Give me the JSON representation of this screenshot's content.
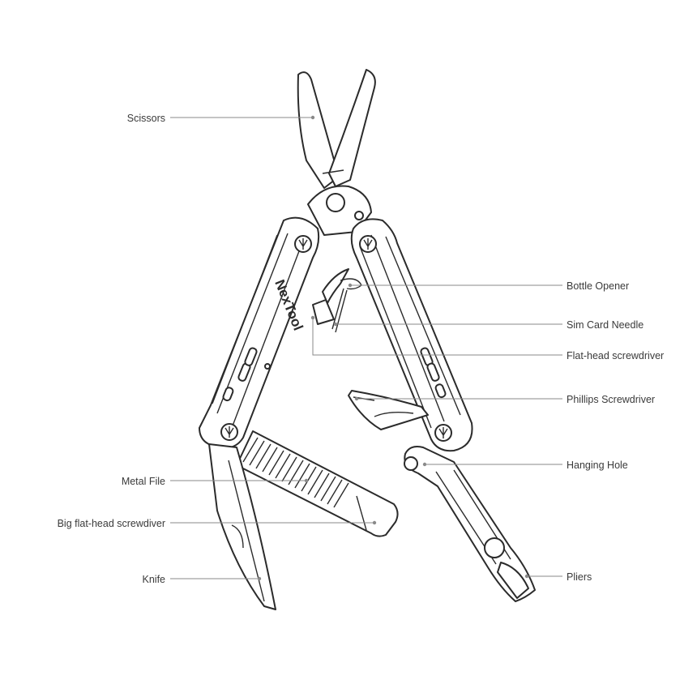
{
  "brand": "NexTool",
  "labels": {
    "scissors": "Scissors",
    "bottle_opener": "Bottle Opener",
    "sim_card_needle": "Sim Card Needle",
    "flat_head_screwdriver": "Flat-head screwdriver",
    "phillips_screwdriver": "Phillips Screwdriver",
    "hanging_hole": "Hanging Hole",
    "metal_file": "Metal File",
    "big_flat_head_screwdriver": "Big flat-head screwdiver",
    "knife": "Knife",
    "pliers": "Pliers"
  },
  "colors": {
    "line": "#2b2b2b",
    "leader": "#8a8a8a",
    "text": "#3a3a3a"
  }
}
